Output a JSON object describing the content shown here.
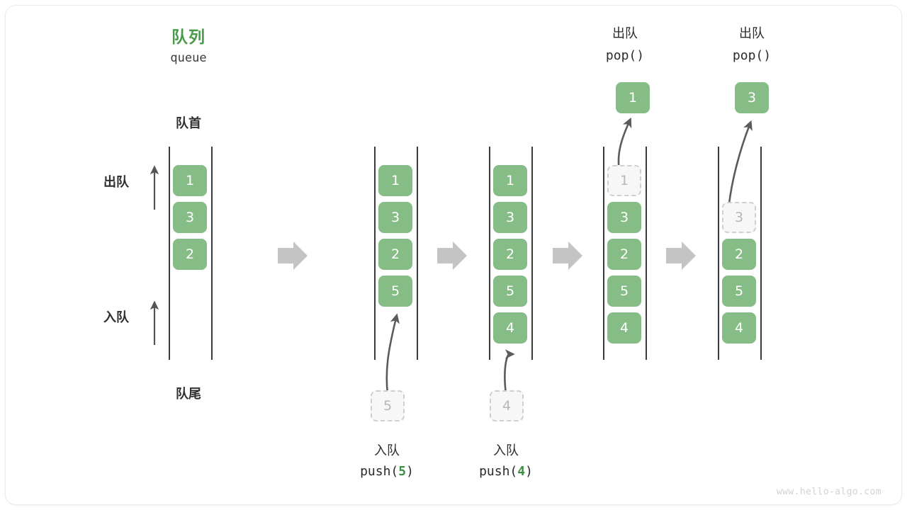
{
  "figure": {
    "title_cn": "队列",
    "title_en": "queue",
    "head_label": "队首",
    "tail_label": "队尾",
    "dequeue_label": "出队",
    "enqueue_label": "入队",
    "watermark": "www.hello-algo.com",
    "accent_green": "#4a9a4a",
    "cell_green": "#86bd86",
    "arrow_gray": "#c4c4c4",
    "rail_gray": "#3a3a3a"
  },
  "columns": [
    {
      "id": "initial",
      "caption_cn": "",
      "caption_code": "",
      "cells": [
        {
          "value": "1",
          "state": "filled"
        },
        {
          "value": "3",
          "state": "filled"
        },
        {
          "value": "2",
          "state": "filled"
        }
      ],
      "incoming": null,
      "popped": null
    },
    {
      "id": "push-5",
      "caption_cn": "入队",
      "caption_code_prefix": "push(",
      "caption_code_num": "5",
      "caption_code_suffix": ")",
      "cells": [
        {
          "value": "1",
          "state": "filled"
        },
        {
          "value": "3",
          "state": "filled"
        },
        {
          "value": "2",
          "state": "filled"
        },
        {
          "value": "5",
          "state": "filled"
        }
      ],
      "incoming": {
        "value": "5",
        "state": "ghost"
      },
      "popped": null
    },
    {
      "id": "push-4",
      "caption_cn": "入队",
      "caption_code_prefix": "push(",
      "caption_code_num": "4",
      "caption_code_suffix": ")",
      "cells": [
        {
          "value": "1",
          "state": "filled"
        },
        {
          "value": "3",
          "state": "filled"
        },
        {
          "value": "2",
          "state": "filled"
        },
        {
          "value": "5",
          "state": "filled"
        },
        {
          "value": "4",
          "state": "filled"
        }
      ],
      "incoming": {
        "value": "4",
        "state": "ghost"
      },
      "popped": null
    },
    {
      "id": "pop-1",
      "caption_cn": "出队",
      "caption_code_prefix": "pop(",
      "caption_code_num": "",
      "caption_code_suffix": ")",
      "cells": [
        {
          "value": "1",
          "state": "ghost"
        },
        {
          "value": "3",
          "state": "filled"
        },
        {
          "value": "2",
          "state": "filled"
        },
        {
          "value": "5",
          "state": "filled"
        },
        {
          "value": "4",
          "state": "filled"
        }
      ],
      "incoming": null,
      "popped": {
        "value": "1",
        "state": "filled"
      }
    },
    {
      "id": "pop-3",
      "caption_cn": "出队",
      "caption_code_prefix": "pop(",
      "caption_code_num": "",
      "caption_code_suffix": ")",
      "cells": [
        {
          "value": "",
          "state": "empty"
        },
        {
          "value": "3",
          "state": "ghost"
        },
        {
          "value": "2",
          "state": "filled"
        },
        {
          "value": "5",
          "state": "filled"
        },
        {
          "value": "4",
          "state": "filled"
        }
      ],
      "incoming": null,
      "popped": {
        "value": "3",
        "state": "filled"
      }
    }
  ],
  "transitions": [
    {
      "from": "initial",
      "to": "push-5"
    },
    {
      "from": "push-5",
      "to": "push-4"
    },
    {
      "from": "push-4",
      "to": "pop-1"
    },
    {
      "from": "pop-1",
      "to": "pop-3"
    }
  ]
}
